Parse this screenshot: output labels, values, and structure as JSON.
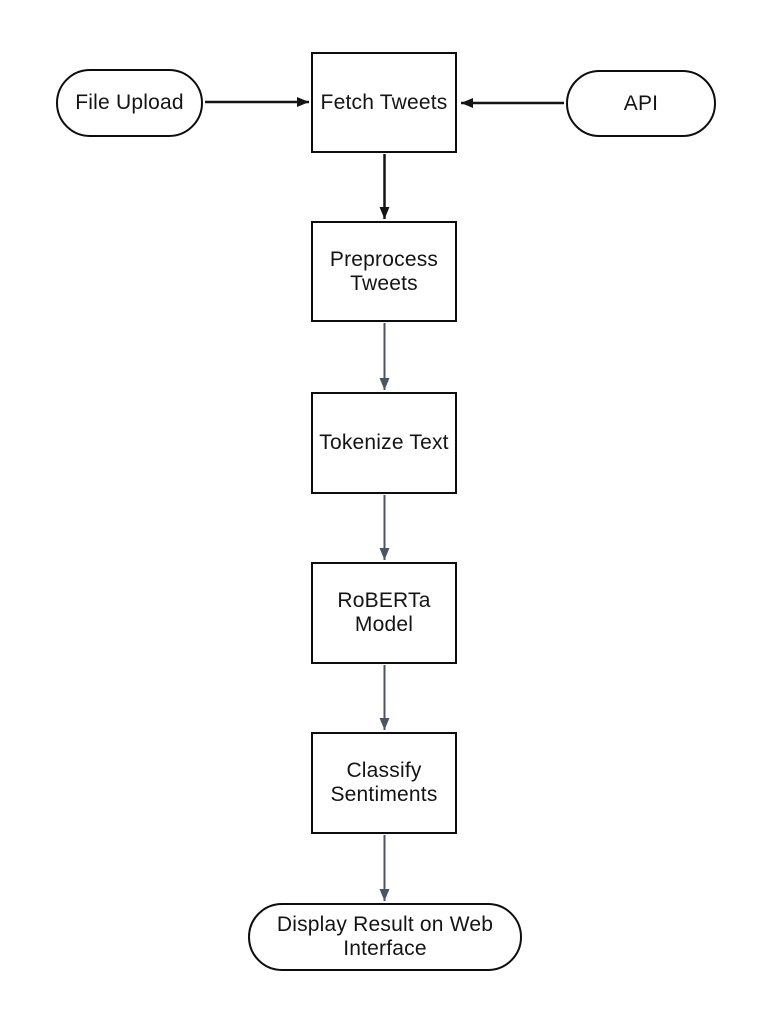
{
  "diagram": {
    "type": "flowchart",
    "background": "#ffffff",
    "nodes": [
      {
        "id": "file-upload",
        "shape": "terminator",
        "label": "File Upload",
        "lines": [
          "File Upload"
        ]
      },
      {
        "id": "fetch-tweets",
        "shape": "process",
        "label": "Fetch Tweets",
        "lines": [
          "Fetch Tweets"
        ]
      },
      {
        "id": "api",
        "shape": "terminator",
        "label": "API",
        "lines": [
          "API"
        ]
      },
      {
        "id": "preprocess-tweets",
        "shape": "process",
        "label": "Preprocess Tweets",
        "lines": [
          "Preprocess",
          "Tweets"
        ]
      },
      {
        "id": "tokenize-text",
        "shape": "process",
        "label": "Tokenize Text",
        "lines": [
          "Tokenize Text"
        ]
      },
      {
        "id": "roberta-model",
        "shape": "process",
        "label": "RoBERTa Model",
        "lines": [
          "RoBERTa",
          "Model"
        ]
      },
      {
        "id": "classify-sentiments",
        "shape": "process",
        "label": "Classify Sentiments",
        "lines": [
          "Classify",
          "Sentiments"
        ]
      },
      {
        "id": "display-result",
        "shape": "terminator",
        "label": "Display Result on Web Interface",
        "lines": [
          "Display Result on Web",
          "Interface"
        ]
      }
    ],
    "edges": [
      {
        "from": "file-upload",
        "to": "fetch-tweets",
        "direction": "right",
        "style": "primary"
      },
      {
        "from": "api",
        "to": "fetch-tweets",
        "direction": "left",
        "style": "primary"
      },
      {
        "from": "fetch-tweets",
        "to": "preprocess-tweets",
        "direction": "down",
        "style": "primary"
      },
      {
        "from": "preprocess-tweets",
        "to": "tokenize-text",
        "direction": "down",
        "style": "secondary"
      },
      {
        "from": "tokenize-text",
        "to": "roberta-model",
        "direction": "down",
        "style": "secondary"
      },
      {
        "from": "roberta-model",
        "to": "classify-sentiments",
        "direction": "down",
        "style": "secondary"
      },
      {
        "from": "classify-sentiments",
        "to": "display-result",
        "direction": "down",
        "style": "secondary"
      }
    ],
    "colors": {
      "node_fill": "#ffffff",
      "node_border": "#0d0d0d",
      "text": "#141414",
      "arrow_primary": "#141414",
      "arrow_secondary": "#4b5563"
    }
  }
}
